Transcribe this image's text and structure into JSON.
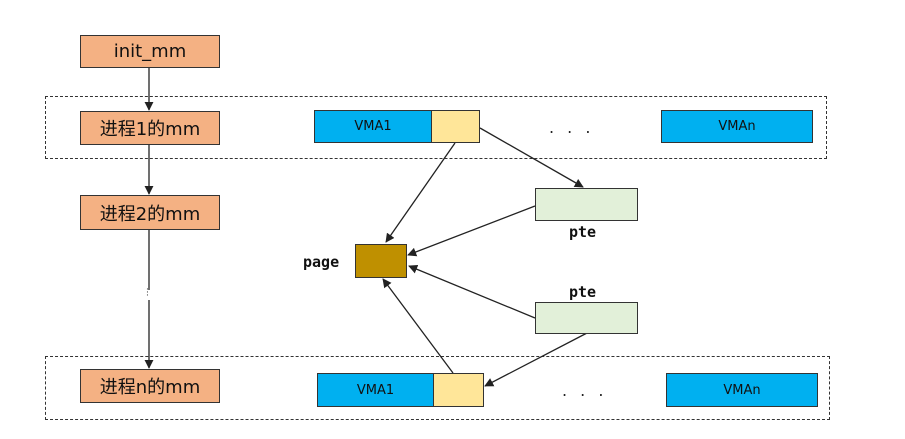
{
  "mm_nodes": {
    "init": "init_mm",
    "process1": "进程1的mm",
    "process2": "进程2的mm",
    "processn": "进程n的mm"
  },
  "vma": {
    "row1_first": "VMA1",
    "row1_last": "VMAn",
    "row2_first": "VMA1",
    "row2_last": "VMAn",
    "ellipsis": ". . ."
  },
  "labels": {
    "page": "page",
    "pte_top": "pte",
    "pte_bottom": "pte"
  },
  "colors": {
    "mm_fill": "#f4b183",
    "vma_fill": "#00b0f0",
    "vma_tail_fill": "#ffe699",
    "pte_fill": "#e2f0d9",
    "page_fill": "#bf9000"
  }
}
